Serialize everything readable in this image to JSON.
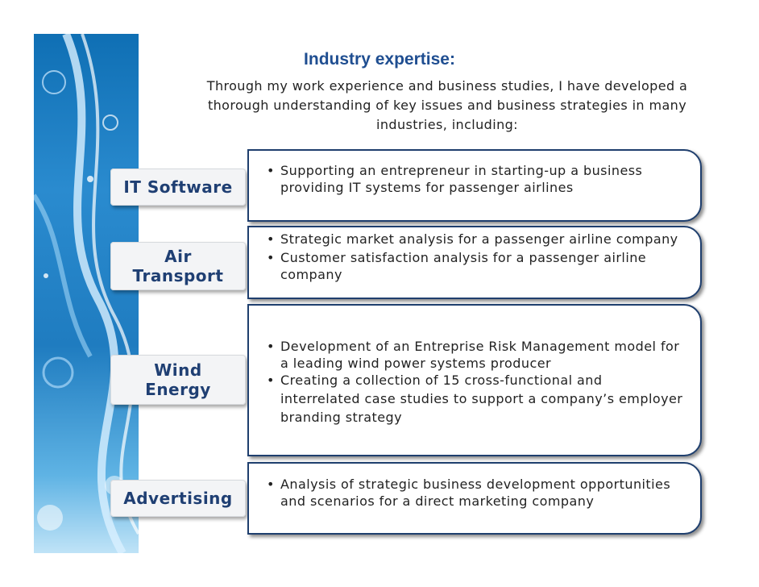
{
  "slide": {
    "title": "Industry expertise:",
    "intro": "Through my work experience and business studies, I have developed a thorough understanding of key issues and business strategies in many industries, including:"
  },
  "industries": [
    {
      "label": "IT Software",
      "bullets": [
        "Supporting an entrepreneur in starting-up a business providing IT systems for passenger airlines"
      ]
    },
    {
      "label": "Air Transport",
      "bullets": [
        "Strategic market analysis for a passenger airline company",
        "Customer satisfaction analysis for a passenger airline company"
      ]
    },
    {
      "label": "Wind Energy",
      "bullets": [
        "Development of an Entreprise Risk Management model for a leading wind power systems producer",
        "Creating a collection of 15 cross-functional and interrelated case studies to support a company’s employer branding strategy"
      ]
    },
    {
      "label": "Advertising",
      "bullets": [
        "Analysis of strategic business development opportunities and scenarios for a direct marketing company"
      ]
    }
  ]
}
